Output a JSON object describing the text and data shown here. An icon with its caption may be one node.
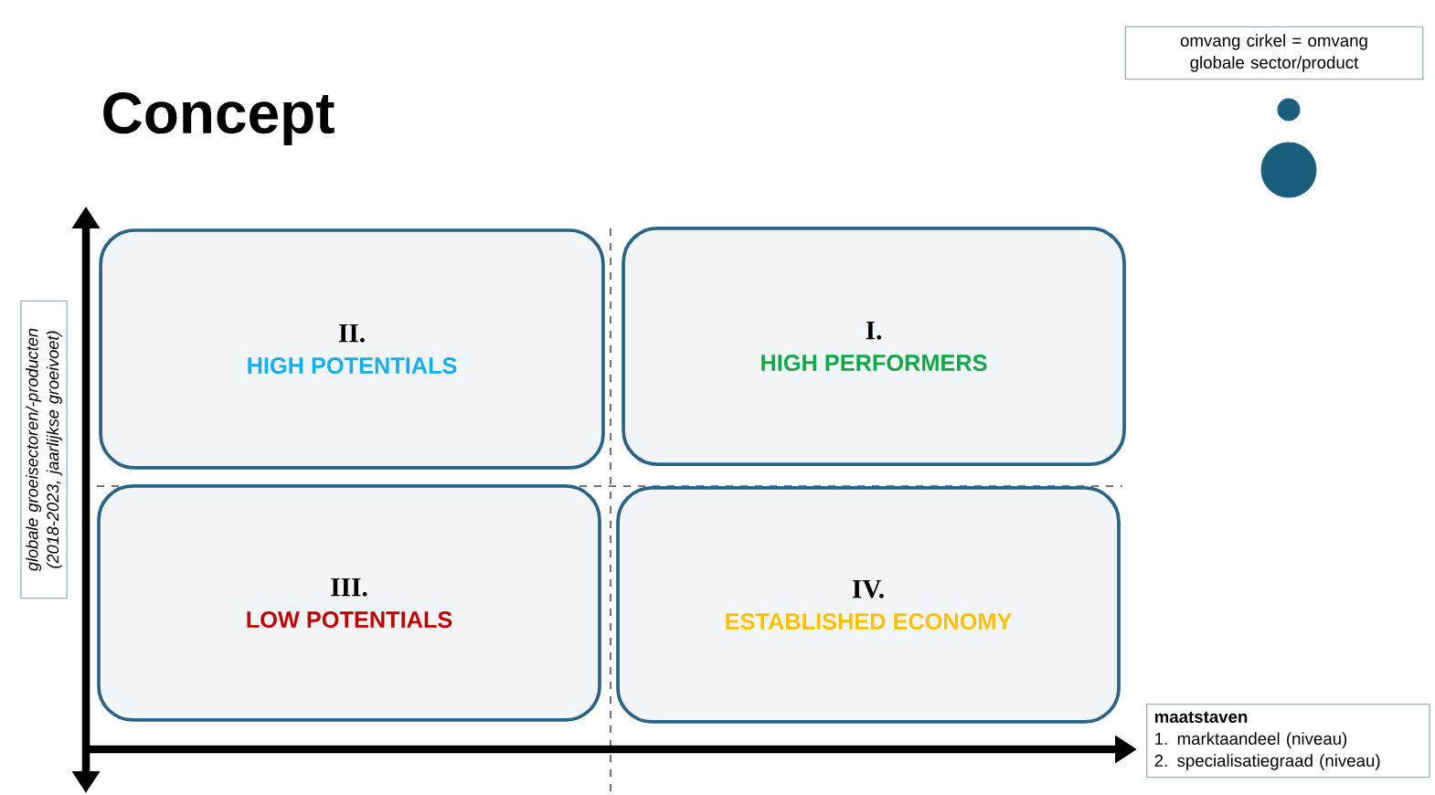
{
  "diagram": {
    "title": "Concept",
    "nodes": [
      {
        "text": [
          "II.",
          "HIGH POTENTIALS"
        ]
      },
      {
        "text": [
          "I.",
          "HIGH PERFORMERS"
        ]
      },
      {
        "text": [
          "III.",
          "LOW POTENTIALS"
        ]
      },
      {
        "text": [
          "IV.",
          "ESTABLISHED ECONOMY"
        ]
      },
      {
        "text": [
          "globale groeisectoren/-producten (2018-2023, jaarlijkse groeivoet)"
        ]
      },
      {
        "text": [
          "maatstaven",
          "1. marktaandeel (niveau)",
          "2. specialisatiegraad (niveau)"
        ]
      },
      {
        "text": [
          "omvang cirkel = omvang globale sector/product"
        ]
      }
    ],
    "edges": []
  }
}
